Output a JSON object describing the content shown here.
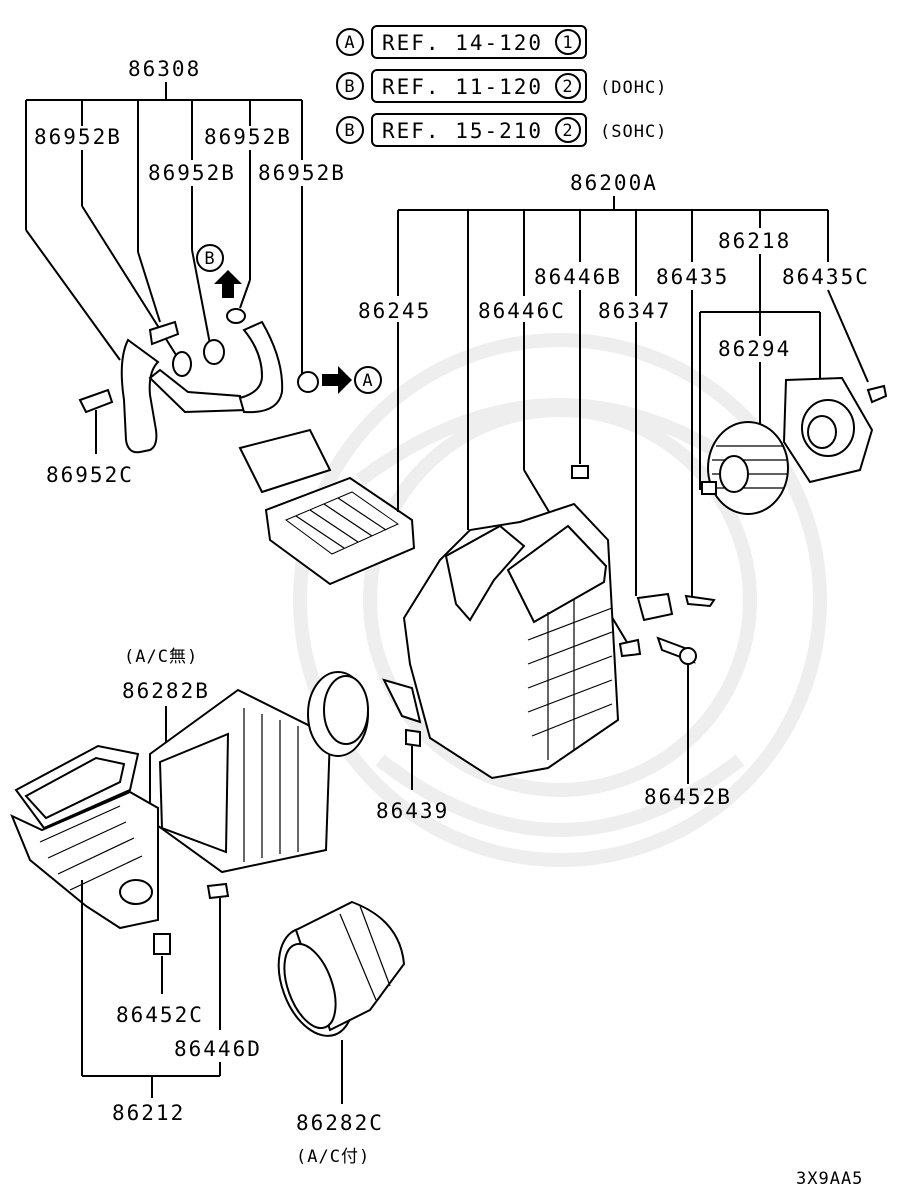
{
  "refs": [
    {
      "circle": "A",
      "text": "REF. 14-120",
      "num": "1",
      "note": ""
    },
    {
      "circle": "B",
      "text": "REF. 11-120",
      "num": "2",
      "note": "(DOHC)"
    },
    {
      "circle": "B",
      "text": "REF. 15-210",
      "num": "2",
      "note": "(SOHC)"
    }
  ],
  "labels": {
    "p86308": "86308",
    "p86952B_1": "86952B",
    "p86952B_2": "86952B",
    "p86952B_3": "86952B",
    "p86952B_4": "86952B",
    "p86952C": "86952C",
    "p86200A": "86200A",
    "p86218": "86218",
    "p86446B": "86446B",
    "p86435": "86435",
    "p86435C": "86435C",
    "p86245": "86245",
    "p86446C": "86446C",
    "p86347": "86347",
    "p86294": "86294",
    "note_ac_without": "(A/C無)",
    "p86282B": "86282B",
    "p86439": "86439",
    "p86452B": "86452B",
    "p86452C": "86452C",
    "p86446D": "86446D",
    "p86212": "86212",
    "p86282C": "86282C",
    "note_ac_with": "(A/C付)",
    "diagram_code": "3X9AA5"
  },
  "callouts": {
    "a_circle": "A",
    "b_circle": "B"
  }
}
